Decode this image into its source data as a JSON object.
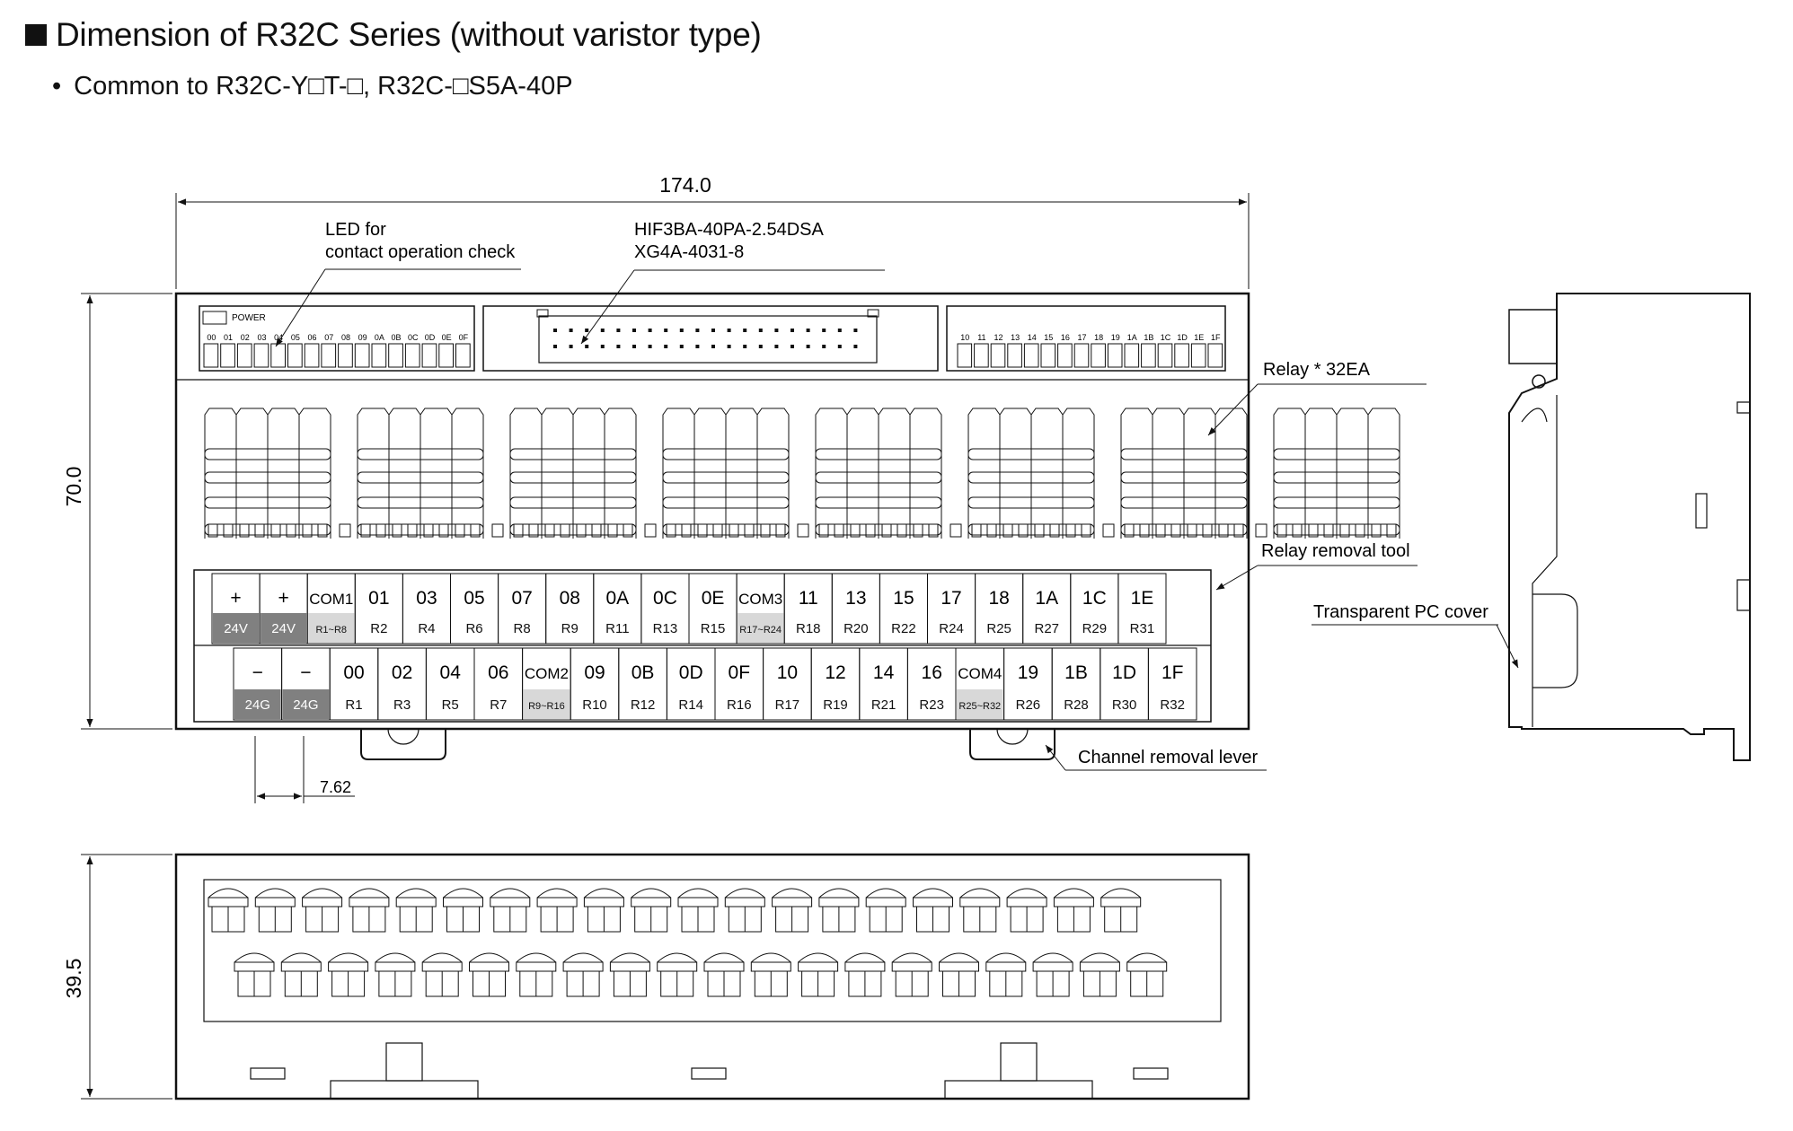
{
  "header": {
    "title": "Dimension of R32C Series (without varistor type)",
    "bullet": "•",
    "subtitle": "Common to R32C-Y□T-□, R32C-□S5A-40P"
  },
  "dimensions": {
    "width": "174.0",
    "height": "70.0",
    "depth": "39.5",
    "pitch": "7.62"
  },
  "callouts": {
    "led_line1": "LED for",
    "led_line2": "contact operation check",
    "connector_line1": "HIF3BA-40PA-2.54DSA",
    "connector_line2": "XG4A-4031-8",
    "relay": "Relay * 32EA",
    "relay_tool": "Relay removal tool",
    "pc_cover": "Transparent PC cover",
    "channel_lever": "Channel removal lever"
  },
  "power_label": "POWER",
  "led_labels_left": [
    "00",
    "01",
    "02",
    "03",
    "04",
    "05",
    "06",
    "07",
    "08",
    "09",
    "0A",
    "0B",
    "0C",
    "0D",
    "0E",
    "0F"
  ],
  "led_labels_right": [
    "10",
    "11",
    "12",
    "13",
    "14",
    "15",
    "16",
    "17",
    "18",
    "19",
    "1A",
    "1B",
    "1C",
    "1D",
    "1E",
    "1F"
  ],
  "terminals_top": [
    {
      "top": "+",
      "bot": "24V",
      "shade": "dark"
    },
    {
      "top": "+",
      "bot": "24V",
      "shade": "dark"
    },
    {
      "top": "COM1",
      "bot": "R1~R8",
      "shade": "light"
    },
    {
      "top": "01",
      "bot": "R2"
    },
    {
      "top": "03",
      "bot": "R4"
    },
    {
      "top": "05",
      "bot": "R6"
    },
    {
      "top": "07",
      "bot": "R8"
    },
    {
      "top": "08",
      "bot": "R9"
    },
    {
      "top": "0A",
      "bot": "R11"
    },
    {
      "top": "0C",
      "bot": "R13"
    },
    {
      "top": "0E",
      "bot": "R15"
    },
    {
      "top": "COM3",
      "bot": "R17~R24",
      "shade": "light"
    },
    {
      "top": "11",
      "bot": "R18"
    },
    {
      "top": "13",
      "bot": "R20"
    },
    {
      "top": "15",
      "bot": "R22"
    },
    {
      "top": "17",
      "bot": "R24"
    },
    {
      "top": "18",
      "bot": "R25"
    },
    {
      "top": "1A",
      "bot": "R27"
    },
    {
      "top": "1C",
      "bot": "R29"
    },
    {
      "top": "1E",
      "bot": "R31"
    }
  ],
  "terminals_bottom": [
    {
      "top": "−",
      "bot": "24G",
      "shade": "dark"
    },
    {
      "top": "−",
      "bot": "24G",
      "shade": "dark"
    },
    {
      "top": "00",
      "bot": "R1"
    },
    {
      "top": "02",
      "bot": "R3"
    },
    {
      "top": "04",
      "bot": "R5"
    },
    {
      "top": "06",
      "bot": "R7"
    },
    {
      "top": "COM2",
      "bot": "R9~R16",
      "shade": "light"
    },
    {
      "top": "09",
      "bot": "R10"
    },
    {
      "top": "0B",
      "bot": "R12"
    },
    {
      "top": "0D",
      "bot": "R14"
    },
    {
      "top": "0F",
      "bot": "R16"
    },
    {
      "top": "10",
      "bot": "R17"
    },
    {
      "top": "12",
      "bot": "R19"
    },
    {
      "top": "14",
      "bot": "R21"
    },
    {
      "top": "16",
      "bot": "R23"
    },
    {
      "top": "COM4",
      "bot": "R25~R32",
      "shade": "light"
    },
    {
      "top": "19",
      "bot": "R26"
    },
    {
      "top": "1B",
      "bot": "R28"
    },
    {
      "top": "1D",
      "bot": "R30"
    },
    {
      "top": "1F",
      "bot": "R32"
    }
  ],
  "colors": {
    "dark_cell": "#808080",
    "light_cell": "#d8d8d8",
    "line": "#111111"
  }
}
